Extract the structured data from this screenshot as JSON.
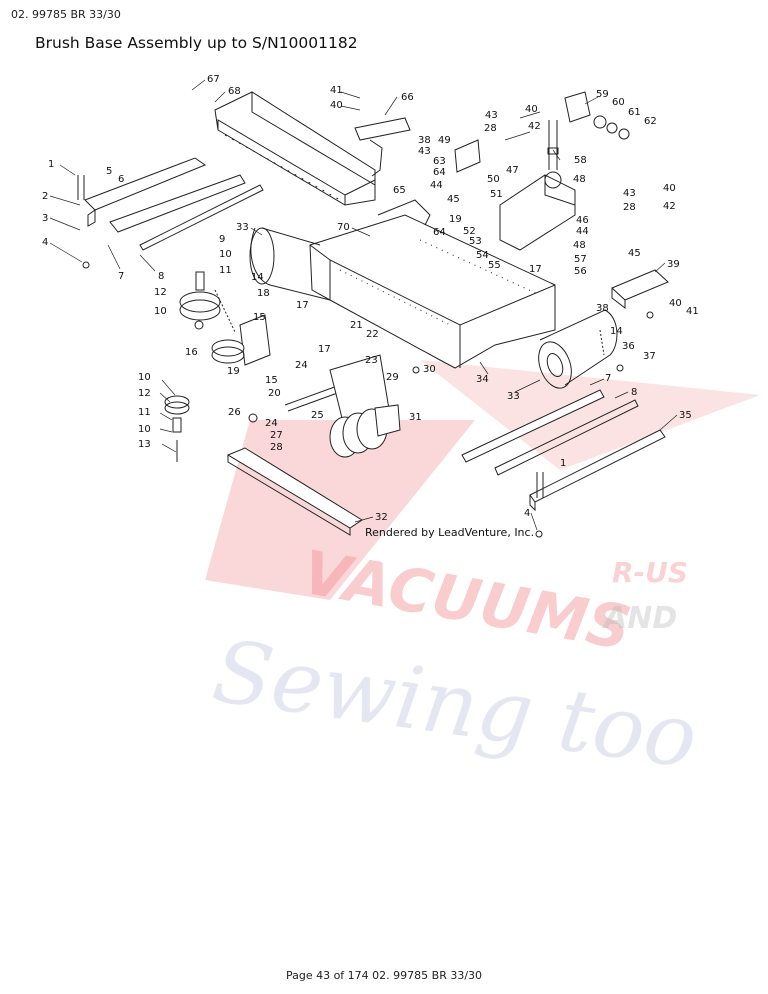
{
  "header": {
    "doc_ref": "02. 99785 BR 33/30"
  },
  "title": "Brush Base Assembly up to S/N10001182",
  "diagram": {
    "render_note": "Rendered by LeadVenture, Inc.",
    "callouts": [
      {
        "id": "c67",
        "text": "67"
      },
      {
        "id": "c68",
        "text": "68"
      },
      {
        "id": "c41a",
        "text": "41"
      },
      {
        "id": "c40a",
        "text": "40"
      },
      {
        "id": "c66",
        "text": "66"
      },
      {
        "id": "c43a",
        "text": "43"
      },
      {
        "id": "c28a",
        "text": "28"
      },
      {
        "id": "c40b",
        "text": "40"
      },
      {
        "id": "c42a",
        "text": "42"
      },
      {
        "id": "c59",
        "text": "59"
      },
      {
        "id": "c60",
        "text": "60"
      },
      {
        "id": "c61",
        "text": "61"
      },
      {
        "id": "c62",
        "text": "62"
      },
      {
        "id": "c1a",
        "text": "1"
      },
      {
        "id": "c5",
        "text": "5"
      },
      {
        "id": "c6",
        "text": "6"
      },
      {
        "id": "c2",
        "text": "2"
      },
      {
        "id": "c3",
        "text": "3"
      },
      {
        "id": "c4a",
        "text": "4"
      },
      {
        "id": "c38a",
        "text": "38"
      },
      {
        "id": "c43b",
        "text": "43"
      },
      {
        "id": "c63",
        "text": "63"
      },
      {
        "id": "c64a",
        "text": "64"
      },
      {
        "id": "c44a",
        "text": "44"
      },
      {
        "id": "c65",
        "text": "65"
      },
      {
        "id": "c49",
        "text": "49"
      },
      {
        "id": "c58",
        "text": "58"
      },
      {
        "id": "c45a",
        "text": "45"
      },
      {
        "id": "c50",
        "text": "50"
      },
      {
        "id": "c51",
        "text": "51"
      },
      {
        "id": "c47",
        "text": "47"
      },
      {
        "id": "c48a",
        "text": "48"
      },
      {
        "id": "c43c",
        "text": "43"
      },
      {
        "id": "c28b",
        "text": "28"
      },
      {
        "id": "c40c",
        "text": "40"
      },
      {
        "id": "c42b",
        "text": "42"
      },
      {
        "id": "c19a",
        "text": "19"
      },
      {
        "id": "c52",
        "text": "52"
      },
      {
        "id": "c53",
        "text": "53"
      },
      {
        "id": "c46",
        "text": "46"
      },
      {
        "id": "c44b",
        "text": "44"
      },
      {
        "id": "c48b",
        "text": "48"
      },
      {
        "id": "c45b",
        "text": "45"
      },
      {
        "id": "c54",
        "text": "54"
      },
      {
        "id": "c55",
        "text": "55"
      },
      {
        "id": "c17a",
        "text": "17"
      },
      {
        "id": "c57",
        "text": "57"
      },
      {
        "id": "c56",
        "text": "56"
      },
      {
        "id": "c33a",
        "text": "33"
      },
      {
        "id": "c70",
        "text": "70"
      },
      {
        "id": "c64b",
        "text": "64"
      },
      {
        "id": "c39",
        "text": "39"
      },
      {
        "id": "c7a",
        "text": "7"
      },
      {
        "id": "c8a",
        "text": "8"
      },
      {
        "id": "c9",
        "text": "9"
      },
      {
        "id": "c10a",
        "text": "10"
      },
      {
        "id": "c11a",
        "text": "11"
      },
      {
        "id": "c14a",
        "text": "14"
      },
      {
        "id": "c12a",
        "text": "12"
      },
      {
        "id": "c18",
        "text": "18"
      },
      {
        "id": "c17b",
        "text": "17"
      },
      {
        "id": "c10b",
        "text": "10"
      },
      {
        "id": "c15a",
        "text": "15"
      },
      {
        "id": "c21",
        "text": "21"
      },
      {
        "id": "c22",
        "text": "22"
      },
      {
        "id": "c16",
        "text": "16"
      },
      {
        "id": "c17c",
        "text": "17"
      },
      {
        "id": "c23",
        "text": "23"
      },
      {
        "id": "c38b",
        "text": "38"
      },
      {
        "id": "c40d",
        "text": "40"
      },
      {
        "id": "c41b",
        "text": "41"
      },
      {
        "id": "c14b",
        "text": "14"
      },
      {
        "id": "c36",
        "text": "36"
      },
      {
        "id": "c37",
        "text": "37"
      },
      {
        "id": "c19b",
        "text": "19"
      },
      {
        "id": "c15b",
        "text": "15"
      },
      {
        "id": "c20",
        "text": "20"
      },
      {
        "id": "c24a",
        "text": "24"
      },
      {
        "id": "c29",
        "text": "29"
      },
      {
        "id": "c30",
        "text": "30"
      },
      {
        "id": "c34",
        "text": "34"
      },
      {
        "id": "c33b",
        "text": "33"
      },
      {
        "id": "c7b",
        "text": "7"
      },
      {
        "id": "c8b",
        "text": "8"
      },
      {
        "id": "c10c",
        "text": "10"
      },
      {
        "id": "c12b",
        "text": "12"
      },
      {
        "id": "c11b",
        "text": "11"
      },
      {
        "id": "c10d",
        "text": "10"
      },
      {
        "id": "c13",
        "text": "13"
      },
      {
        "id": "c26",
        "text": "26"
      },
      {
        "id": "c25",
        "text": "25"
      },
      {
        "id": "c24b",
        "text": "24"
      },
      {
        "id": "c31",
        "text": "31"
      },
      {
        "id": "c27",
        "text": "27"
      },
      {
        "id": "c28c",
        "text": "28"
      },
      {
        "id": "c35",
        "text": "35"
      },
      {
        "id": "c1b",
        "text": "1"
      },
      {
        "id": "c32",
        "text": "32"
      },
      {
        "id": "c4b",
        "text": "4"
      }
    ]
  },
  "watermark": {
    "line1": "VACUUMS",
    "line1_suffix": "R-US",
    "line2": "AND",
    "line3": "Sewing too",
    "color_red": "#e8333a",
    "color_blue": "#3d4b9c"
  },
  "footer": {
    "text": "Page 43 of 174 02. 99785 BR 33/30"
  }
}
